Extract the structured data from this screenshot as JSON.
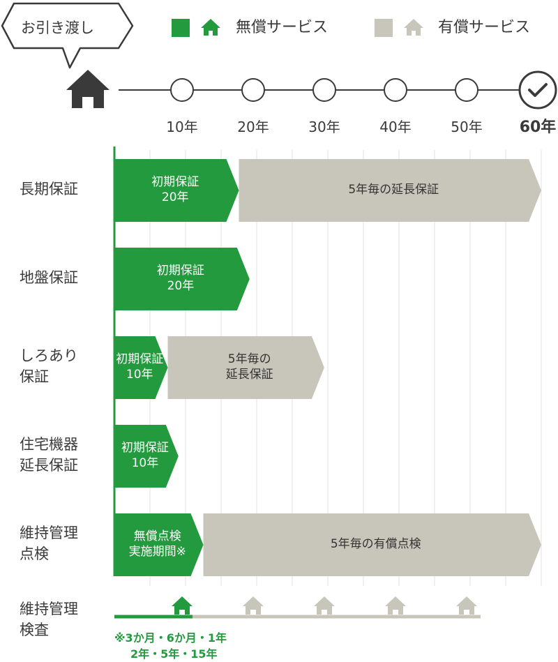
{
  "handover_label": "お引き渡し",
  "legend": {
    "free_label": "無償サービス",
    "paid_label": "有償サービス",
    "free_icon": "house-icon",
    "paid_icon": "house-icon"
  },
  "colors": {
    "free": "#239a3e",
    "paid": "#c8c6ba",
    "text": "#3a3a3a",
    "grid": "#e2e2e2",
    "timeline": "#3a3a3a"
  },
  "timeline": {
    "ticks": [
      "10年",
      "20年",
      "30年",
      "40年",
      "50年",
      "60年"
    ],
    "final_marker": "check-icon"
  },
  "rows": [
    {
      "label": "長期保証",
      "segments": [
        {
          "kind": "free",
          "from": 0,
          "to": 17.5,
          "text": "初期保証\n20年"
        },
        {
          "kind": "paid",
          "from": 17.5,
          "to": 60,
          "text": "5年毎の延長保証"
        }
      ]
    },
    {
      "label": "地盤保証",
      "segments": [
        {
          "kind": "free",
          "from": 0,
          "to": 19,
          "text": "初期保証\n20年"
        }
      ]
    },
    {
      "label": "しろあり\n保証",
      "segments": [
        {
          "kind": "free",
          "from": 0,
          "to": 7.5,
          "text": "初期保証\n10年"
        },
        {
          "kind": "paid",
          "from": 7.5,
          "to": 29.5,
          "text": "5年毎の\n延長保証"
        }
      ]
    },
    {
      "label": "住宅機器\n延長保証",
      "segments": [
        {
          "kind": "free",
          "from": 0,
          "to": 9,
          "text": "初期保証\n10年"
        }
      ]
    },
    {
      "label": "維持管理\n点検",
      "segments": [
        {
          "kind": "free",
          "from": 0,
          "to": 12.5,
          "text": "無償点検\n実施期間※"
        },
        {
          "kind": "paid",
          "from": 12.5,
          "to": 60,
          "text": "5年毎の有償点検"
        }
      ]
    }
  ],
  "inspection": {
    "label": "維持管理\n検査",
    "free_years": [
      10
    ],
    "paid_years": [
      20,
      30,
      40,
      50
    ],
    "note_line1": "※3か月・6か月・1年",
    "note_line2": "2年・5年・15年"
  }
}
